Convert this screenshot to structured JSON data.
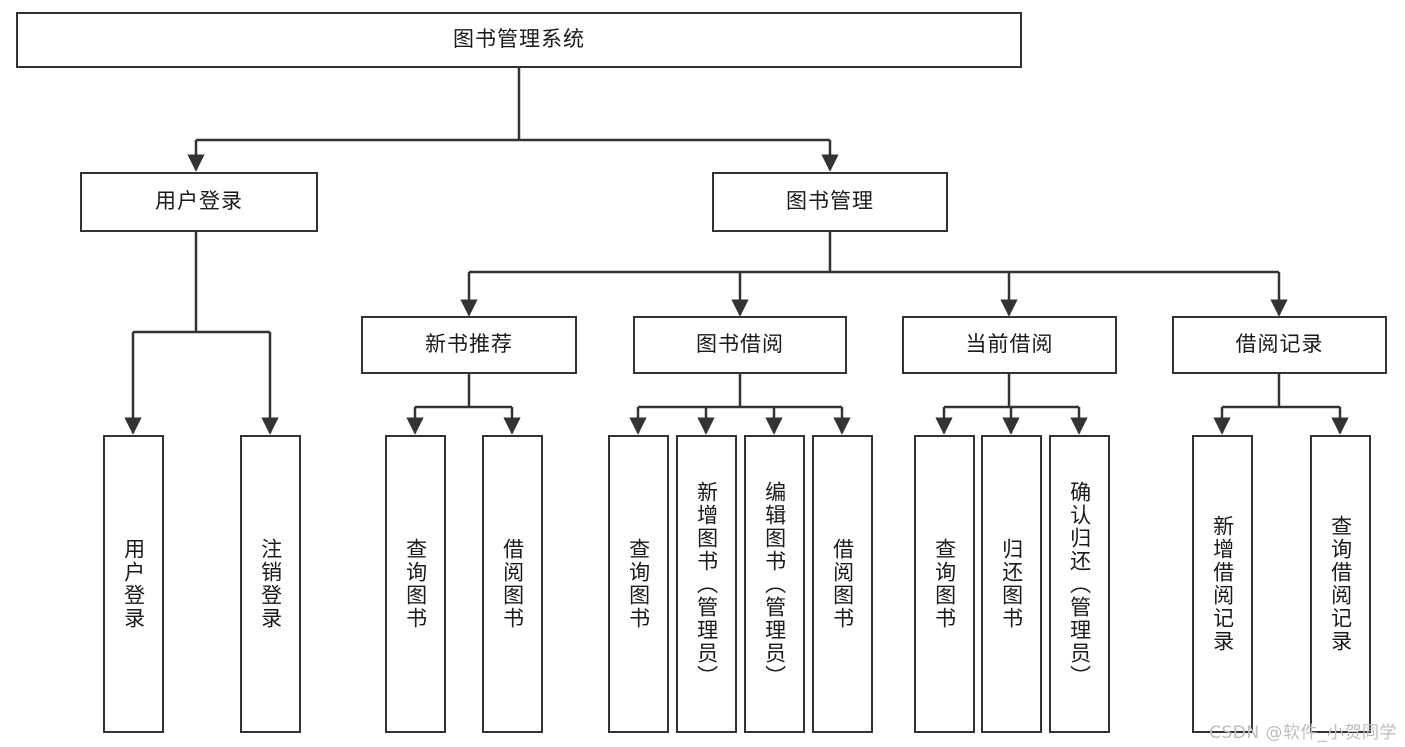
{
  "diagram": {
    "type": "hierarchy-tree",
    "title": "图书管理系统",
    "levels": 4,
    "stroke_color": "#333333",
    "background_color": "#ffffff"
  },
  "root": {
    "label": "图书管理系统"
  },
  "level2": [
    {
      "label": "用户登录"
    },
    {
      "label": "图书管理"
    }
  ],
  "level3": [
    {
      "label": "新书推荐"
    },
    {
      "label": "图书借阅"
    },
    {
      "label": "当前借阅"
    },
    {
      "label": "借阅记录"
    }
  ],
  "leaves": {
    "user_login": [
      {
        "label": "用户登录"
      },
      {
        "label": "注销登录"
      }
    ],
    "new_book_recommend": [
      {
        "label": "查询图书"
      },
      {
        "label": "借阅图书"
      }
    ],
    "book_borrow": [
      {
        "label": "查询图书"
      },
      {
        "label": "新增图书（管理员）"
      },
      {
        "label": "编辑图书（管理员）"
      },
      {
        "label": "借阅图书"
      }
    ],
    "current_borrow": [
      {
        "label": "查询图书"
      },
      {
        "label": "归还图书"
      },
      {
        "label": "确认归还（管理员）"
      }
    ],
    "borrow_record": [
      {
        "label": "新增借阅记录"
      },
      {
        "label": "查询借阅记录"
      }
    ]
  },
  "watermark": {
    "text": "CSDN @软件_小贺同学"
  }
}
